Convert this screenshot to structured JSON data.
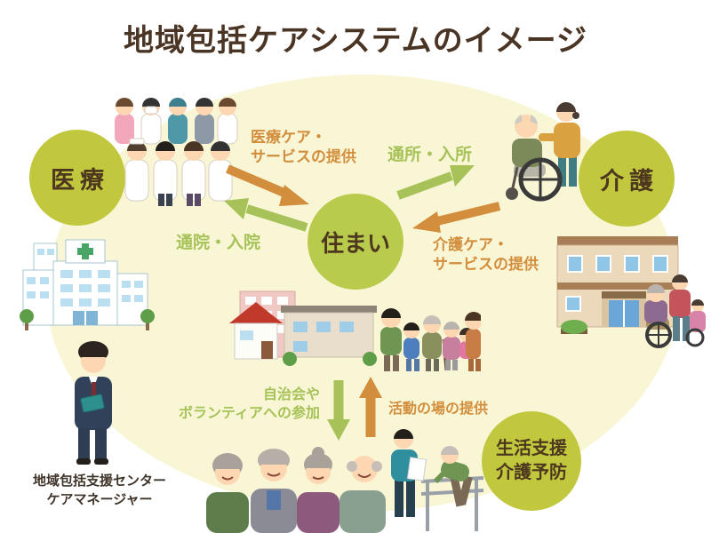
{
  "title": "地域包括ケアシステムのイメージ",
  "nodes": {
    "medical": "医療",
    "care": "介護",
    "home": "住まい",
    "support_line1": "生活支援",
    "support_line2": "介護予防"
  },
  "labels": {
    "medical_service_line1": "医療ケア・",
    "medical_service_line2": "サービスの提供",
    "tsusho": "通所・入所",
    "tsuin": "通院・入院",
    "care_service_line1": "介護ケア・",
    "care_service_line2": "サービスの提供",
    "community_line1": "自治会や",
    "community_line2": "ボランティアへの参加",
    "activity": "活動の場の提供"
  },
  "footer": {
    "line1": "地域包括支援センター",
    "line2": "ケアマネージャー"
  },
  "colors": {
    "node_green": "#c2c83e",
    "node_green_light": "#b8cb4c",
    "arrow_orange": "#d28e3c",
    "arrow_green": "#a6c258",
    "title_brown": "#4a3424",
    "ellipse_background": "#f9f6d6",
    "footer_text": "#3f3429"
  },
  "illustrations": [
    "medical-staff-group-icon",
    "wheelchair-elderly-with-caregiver-icon",
    "hospital-building-icon",
    "nursing-home-building-icon",
    "town-houses-and-family-icon",
    "care-manager-suit-icon",
    "elderly-group-icon",
    "rehabilitation-walking-bars-icon"
  ]
}
